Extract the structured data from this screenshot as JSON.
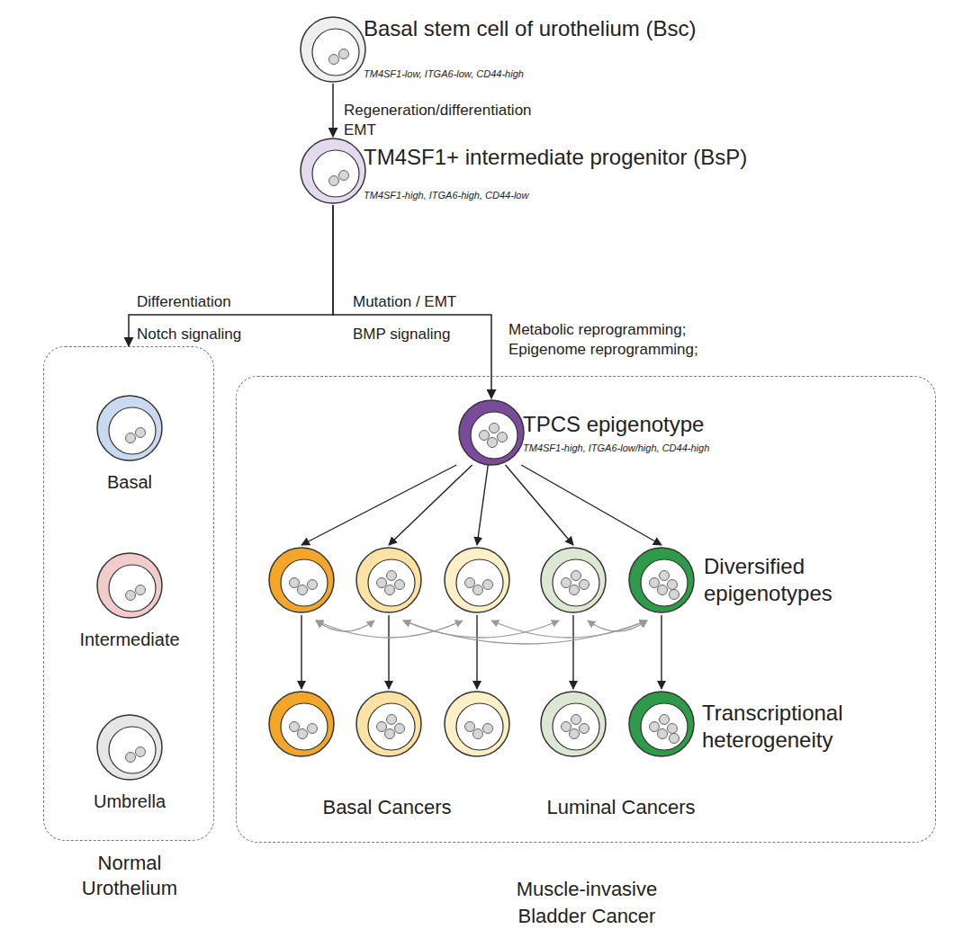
{
  "diagram": {
    "nodes": [
      {
        "text": [
          "Basal stem cell of urothelium (Bsc)",
          "TM4SF1-low, ITGA6-low, CD44-high"
        ]
      },
      {
        "text": [
          "TM4SF1+ intermediate progenitor (BsP)",
          "TM4SF1-high, ITGA6-high, CD44-low"
        ]
      },
      {
        "text": [
          "Normal Urothelium"
        ]
      },
      {
        "text": [
          "Basal"
        ],
        "in": 2
      },
      {
        "text": [
          "Intermediate"
        ],
        "in": 2
      },
      {
        "text": [
          "Umbrella"
        ],
        "in": 2
      },
      {
        "text": [
          "Muscle-invasive Bladder Cancer"
        ]
      },
      {
        "text": [
          "TPCS epigenotype",
          "TM4SF1-high, ITGA6-low/high, CD44-high"
        ],
        "in": 6
      }
    ],
    "edges": [
      {
        "from": 0,
        "to": 1,
        "arrow": "to",
        "label": "Regeneration/differentiation EMT"
      },
      {
        "from": 1,
        "to": 2,
        "arrow": "to",
        "label": "Differentiation Notch signaling"
      },
      {
        "from": 1,
        "to": 7,
        "arrow": "to",
        "label": "Mutation / EMT BMP signaling"
      }
    ],
    "labels": [
      "Metabolic reprogramming; Epigenome reprogramming;",
      "Diversified epigenotypes",
      "Transcriptional heterogeneity",
      "Basal Cancers",
      "Luminal Cancers"
    ]
  }
}
